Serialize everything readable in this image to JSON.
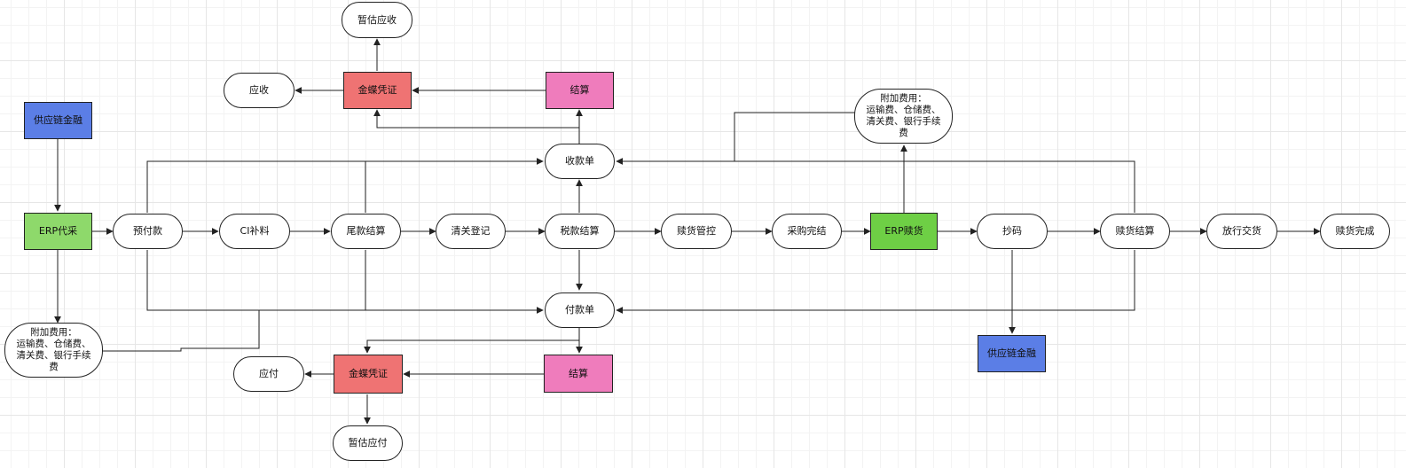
{
  "colors": {
    "blue": "#5b7ee6",
    "green_light": "#8ed96b",
    "green": "#6ecf45",
    "red": "#ef7373",
    "pink": "#ef7cbc"
  },
  "nodes": {
    "zangu_yingshou": "暂估应收",
    "yingshou": "应收",
    "jindie_top": "金蝶凭证",
    "jiesuan_top": "结算",
    "gongyinglian_left": "供应链金融",
    "fujia_top": "附加费用：\n运输费、仓储费、清关费、银行手续费",
    "shoukuan": "收款单",
    "erp_daicai": "ERP代采",
    "yufukuan": "预付款",
    "ci_buliao": "CI补料",
    "weikuan_jiesuan": "尾款结算",
    "qingguan_dengji": "清关登记",
    "shuikuan_jiesuan": "税款结算",
    "shuhuo_guankong": "赎货管控",
    "caigou_wanjie": "采购完结",
    "erp_shuhuo": "ERP赎货",
    "chaoma": "抄码",
    "shuhuo_jiesuan": "赎货结算",
    "fangxing_jiaohuo": "放行交货",
    "shuhuo_wancheng": "赎货完成",
    "fukuan": "付款单",
    "fujia_bottom": "附加费用：\n运输费、仓储费、清关费、银行手续费",
    "gongyinglian_right": "供应链金融",
    "yingfu": "应付",
    "jindie_bottom": "金蝶凭证",
    "jiesuan_bottom": "结算",
    "zangu_yingfu": "暂估应付"
  }
}
